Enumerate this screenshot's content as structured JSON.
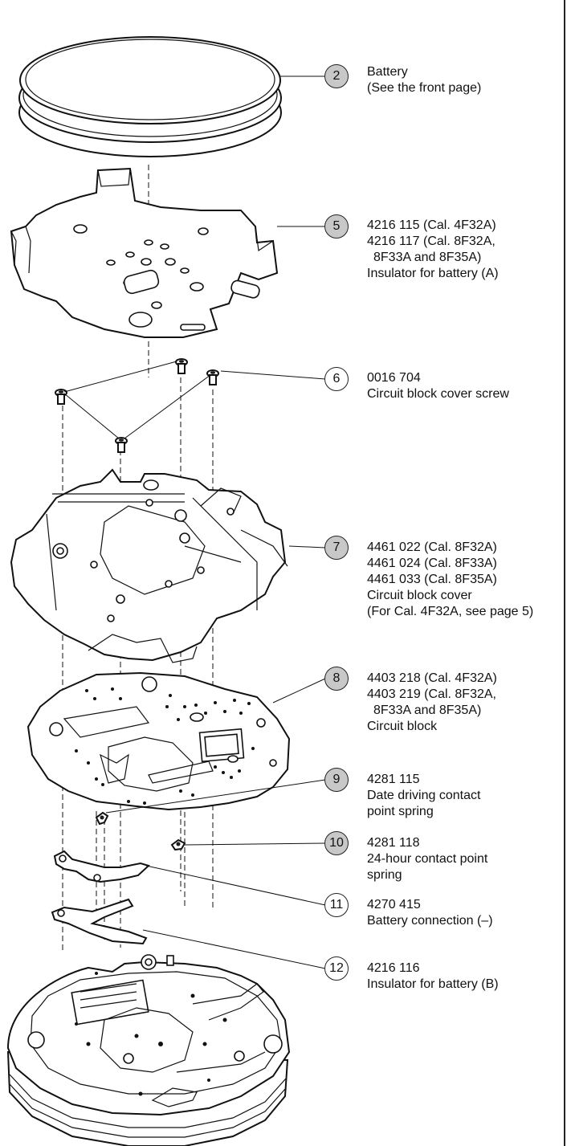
{
  "parts": [
    {
      "number": "2",
      "shaded": true,
      "lines": [
        "Battery",
        "(See the front page)"
      ]
    },
    {
      "number": "5",
      "shaded": true,
      "lines": [
        "4216 115 (Cal. 4F32A)",
        "4216 117 (Cal. 8F32A,",
        "8F33A and 8F35A)",
        "Insulator for battery (A)"
      ]
    },
    {
      "number": "6",
      "shaded": false,
      "lines": [
        "0016 704",
        "Circuit block cover screw"
      ]
    },
    {
      "number": "7",
      "shaded": true,
      "lines": [
        "4461 022 (Cal. 8F32A)",
        "4461 024 (Cal. 8F33A)",
        "4461 033 (Cal. 8F35A)",
        "Circuit block cover",
        "(For Cal. 4F32A, see page 5)"
      ]
    },
    {
      "number": "8",
      "shaded": true,
      "lines": [
        "4403 218 (Cal. 4F32A)",
        "4403 219 (Cal. 8F32A,",
        "8F33A and 8F35A)",
        "Circuit block"
      ]
    },
    {
      "number": "9",
      "shaded": true,
      "lines": [
        "4281 115",
        "Date driving contact",
        "point spring"
      ]
    },
    {
      "number": "10",
      "shaded": true,
      "lines": [
        "4281 118",
        "24-hour contact point",
        "spring"
      ]
    },
    {
      "number": "11",
      "shaded": false,
      "lines": [
        "4270 415",
        "Battery connection (–)"
      ]
    },
    {
      "number": "12",
      "shaded": false,
      "lines": [
        "4216 116",
        "Insulator for battery (B)"
      ]
    }
  ]
}
